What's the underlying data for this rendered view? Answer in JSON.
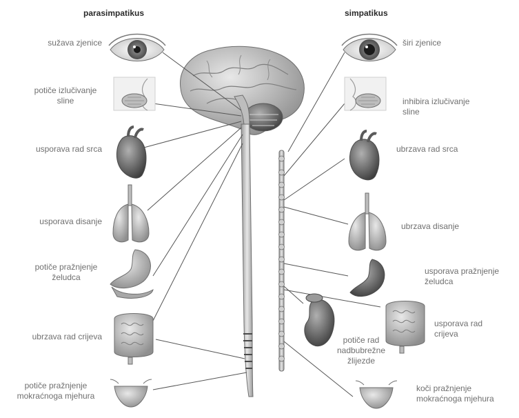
{
  "headers": {
    "parasympathetic": "parasimpatikus",
    "sympathetic": "simpatikus"
  },
  "parasympathetic_labels": {
    "pupils": "sužava zjenice",
    "saliva": "potiče izlučivanje\nsline",
    "heart": "usporava rad srca",
    "breathing": "usporava disanje",
    "stomach": "potiče pražnjenje\nželudca",
    "intestines": "ubrzava rad crijeva",
    "bladder": "potiče pražnjenje\nmokraćnoga mjehura"
  },
  "sympathetic_labels": {
    "pupils": "širi zjenice",
    "saliva": "inhibira izlučivanje\nsline",
    "heart": "ubrzava rad srca",
    "breathing": "ubrzava disanje",
    "stomach": "usporava pražnjenje\nželudca",
    "intestines": "usporava rad\ncrijeva",
    "adrenal": "potiče rad\nnadbubrežne\nžlijezde",
    "bladder": "koči pražnjenje\nmokraćnoga mjehura"
  },
  "colors": {
    "label_text": "#6f6f6f",
    "header_text": "#2a2a2a",
    "connector_line": "#555555",
    "organ_fill": "#c9c9c9",
    "organ_shadow": "#8a8a8a"
  }
}
